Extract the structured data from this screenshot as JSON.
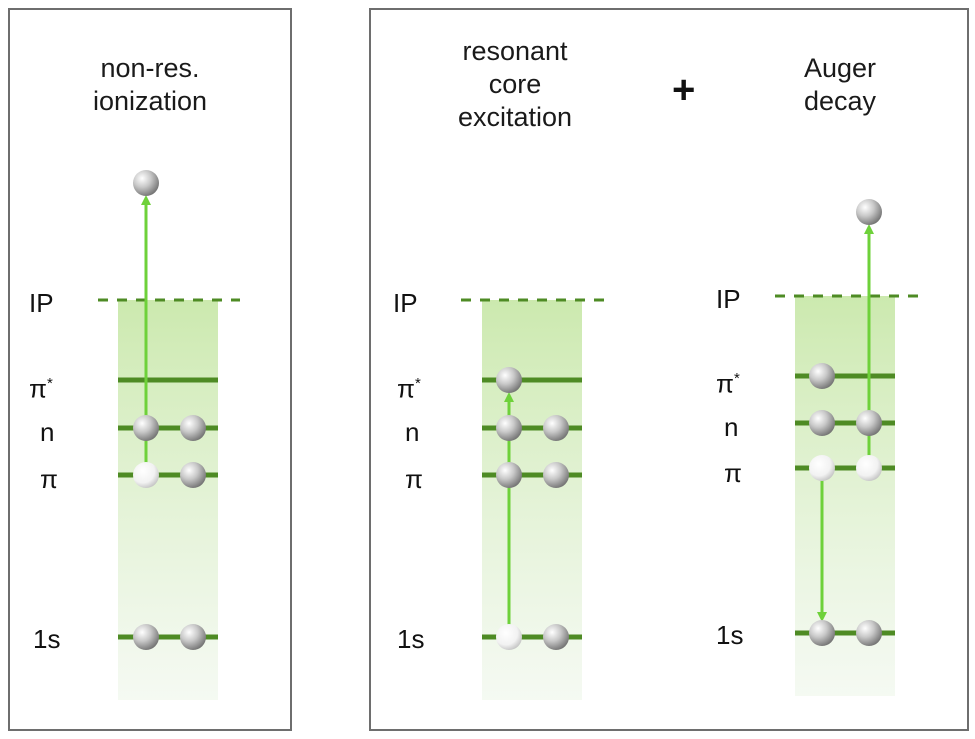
{
  "panels": [
    {
      "title": "non-res.\nionization"
    },
    {
      "title": "resonant\ncore\nexcitation",
      "title2": "Auger\ndecay",
      "operator": "+"
    }
  ],
  "levels": {
    "ip": "IP",
    "pi_star": "π",
    "pi_star_sup": "*",
    "n": "n",
    "pi": "π",
    "one_s": "1s"
  },
  "colors": {
    "level_line": "#4e8b24",
    "arrow": "#6ed13a",
    "shade_top": "#c7e6a8",
    "frame": "#6e6e6e"
  }
}
